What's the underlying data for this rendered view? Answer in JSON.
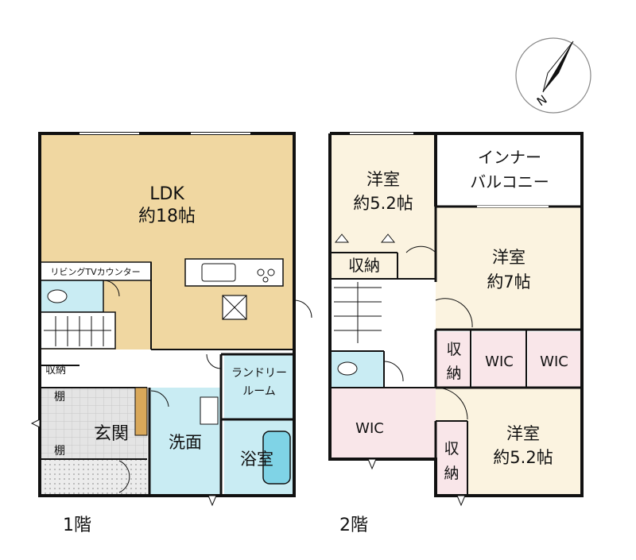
{
  "compass": {
    "label": "N"
  },
  "floor1": {
    "caption": "1階",
    "ldk": {
      "name": "LDK",
      "size": "約18帖"
    },
    "tv_counter": "リビングTVカウンター",
    "storage": "収納",
    "shelf_top": "棚",
    "shelf_bottom": "棚",
    "entrance": "玄関",
    "laundry_line1": "ランドリー",
    "laundry_line2": "ルーム",
    "washroom": "洗面",
    "bathroom": "浴室"
  },
  "floor2": {
    "caption": "2階",
    "room_nw": {
      "name": "洋室",
      "size": "約5.2帖"
    },
    "balcony_line1": "インナー",
    "balcony_line2": "バルコニー",
    "storage_nw": "収納",
    "room_e": {
      "name": "洋室",
      "size": "約7帖"
    },
    "storage_mid_line1": "収",
    "storage_mid_line2": "納",
    "wic_1": "WIC",
    "wic_2": "WIC",
    "wic_3": "WIC",
    "storage_se_line1": "収",
    "storage_se_line2": "納",
    "room_se": {
      "name": "洋室",
      "size": "約5.2帖"
    }
  },
  "colors": {
    "ldk": "#f0d7a1",
    "western_room": "#fbf3e0",
    "wet_area": "#c9ecf3",
    "wic": "#f9e6e9",
    "tile": "#dcdcdc",
    "wall": "#111111"
  }
}
